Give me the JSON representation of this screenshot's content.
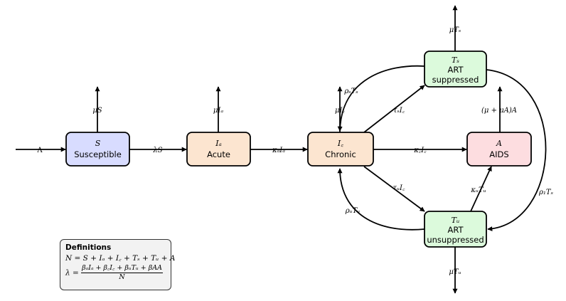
{
  "nodes": {
    "s": {
      "symbol": "S",
      "label": "Susceptible",
      "fill": "#d8dcff"
    },
    "ia": {
      "symbol": "Iₐ",
      "label": "Acute",
      "fill": "#fce5d0"
    },
    "ic": {
      "symbol": "I꜀",
      "label": "Chronic",
      "fill": "#fce5d0"
    },
    "a": {
      "symbol": "A",
      "label": "AIDS",
      "fill": "#fddde0"
    },
    "ts": {
      "symbol": "Tₛ",
      "label1": "ART",
      "label2": "suppressed",
      "fill": "#dcfadc"
    },
    "tu": {
      "symbol": "Tᵤ",
      "label1": "ART",
      "label2": "unsuppressed",
      "fill": "#dcfadc"
    }
  },
  "edges": {
    "inflow": "Λ",
    "lambda_s": "λS",
    "mu_s": "μS",
    "mu_ia": "μIₐ",
    "kappa_a": "κₐIₐ",
    "mu_ic": "μI꜀",
    "rho_s": "ρₛTₛ",
    "tau_s": "τₛI꜀",
    "kappa_c": "κ꜀I꜀",
    "tau_u": "τᵤI꜀",
    "rho_u": "ρᵤTᵤ",
    "kappa_u": "κᵤTᵤ",
    "mu_a": "(μ + μA)A",
    "mu_ts": "μTₛ",
    "mu_tu": "μTᵤ",
    "rho_1": "ρ₁Tₛ"
  },
  "definitions": {
    "title": "Definitions",
    "n_eq": "N = S + Iₐ + I꜀ + Tₛ + Tᵤ + A",
    "lambda_lhs": "λ =",
    "lambda_num": "βₐIₐ + β꜀I꜀ + βᵤTᵤ + βAA",
    "lambda_den": "N"
  }
}
